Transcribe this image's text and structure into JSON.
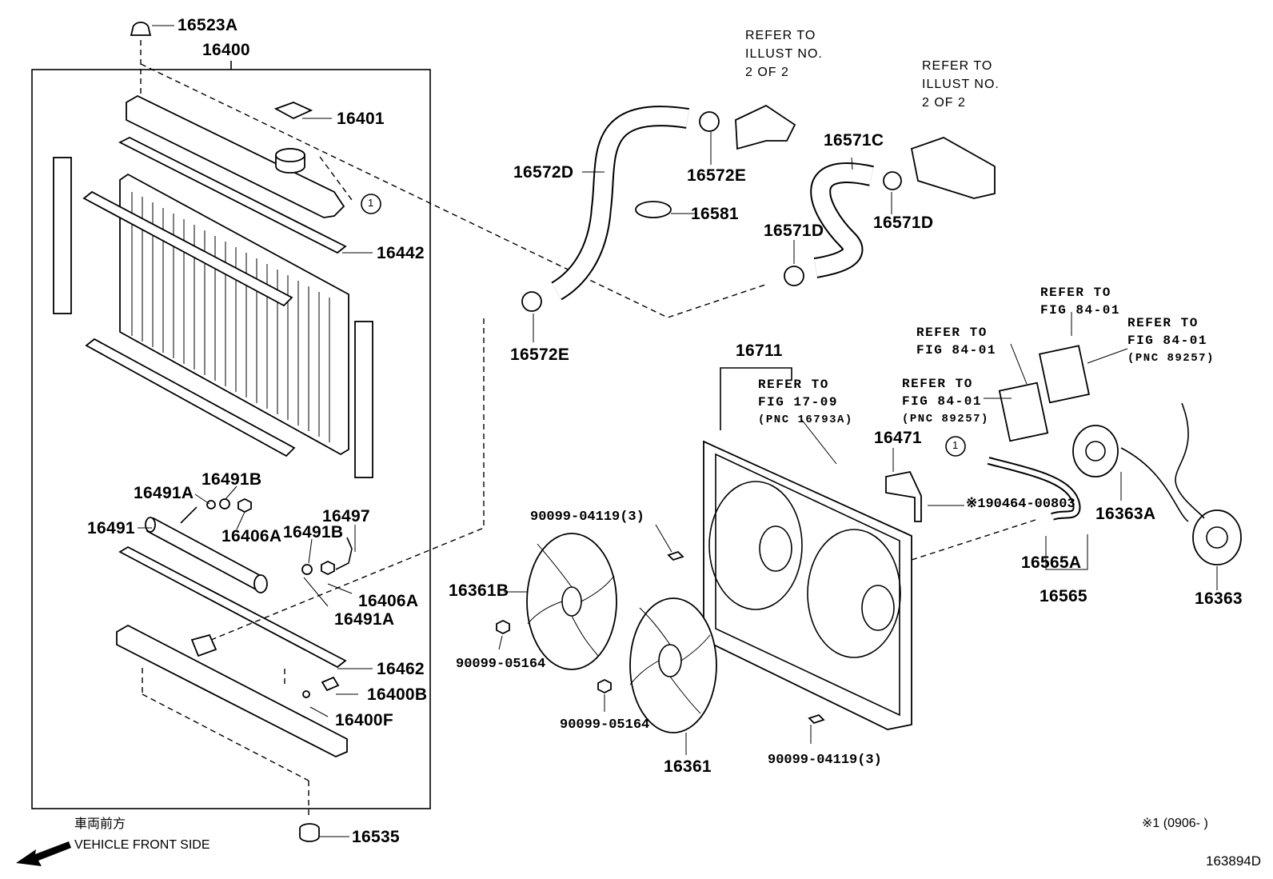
{
  "diagram": {
    "drawing_number": "163894D",
    "footnote": "※1 (0906-      )",
    "direction_label_jp": "車両前方",
    "direction_label_en": "VEHICLE FRONT SIDE"
  },
  "parts": {
    "p16523A": "16523A",
    "p16400": "16400",
    "p16401": "16401",
    "p16442": "16442",
    "p16491A_1": "16491A",
    "p16491B_1": "16491B",
    "p16491": "16491",
    "p16406A_1": "16406A",
    "p16491B_2": "16491B",
    "p16497": "16497",
    "p16406A_2": "16406A",
    "p16491A_2": "16491A",
    "p16462": "16462",
    "p16400B": "16400B",
    "p16400F": "16400F",
    "p16535": "16535",
    "p16572D": "16572D",
    "p16572E_1": "16572E",
    "p16581": "16581",
    "p16572E_2": "16572E",
    "p16571C": "16571C",
    "p16571D_1": "16571D",
    "p16571D_2": "16571D",
    "p16711": "16711",
    "p16471": "16471",
    "p90464": "※190464-00803",
    "p16363A": "16363A",
    "p16565A": "16565A",
    "p16565": "16565",
    "p16363": "16363",
    "p16361B": "16361B",
    "p90099_04119_1": "90099-04119(3)",
    "p90099_05164_1": "90099-05164",
    "p90099_05164_2": "90099-05164",
    "p16361": "16361",
    "p90099_04119_2": "90099-04119(3)"
  },
  "references": {
    "illust_1": [
      "REFER TO",
      "ILLUST NO.",
      "2 OF 2"
    ],
    "illust_2": [
      "REFER TO",
      "ILLUST NO.",
      "2 OF 2"
    ],
    "fig1709": [
      "REFER TO",
      "FIG 17-09",
      "(PNC 16793A)"
    ],
    "fig8401_a": [
      "REFER TO",
      "FIG 84-01"
    ],
    "fig8401_b": [
      "REFER TO",
      "FIG 84-01",
      "(PNC 89257)"
    ],
    "fig8401_c": [
      "REFER TO",
      "FIG 84-01"
    ],
    "fig8401_d": [
      "REFER TO",
      "FIG 84-01",
      "(PNC 89257)"
    ]
  },
  "callouts": {
    "c1_a": "1",
    "c1_b": "1"
  },
  "icons": [
    "front-arrow-icon",
    "callout-circle-icon"
  ]
}
